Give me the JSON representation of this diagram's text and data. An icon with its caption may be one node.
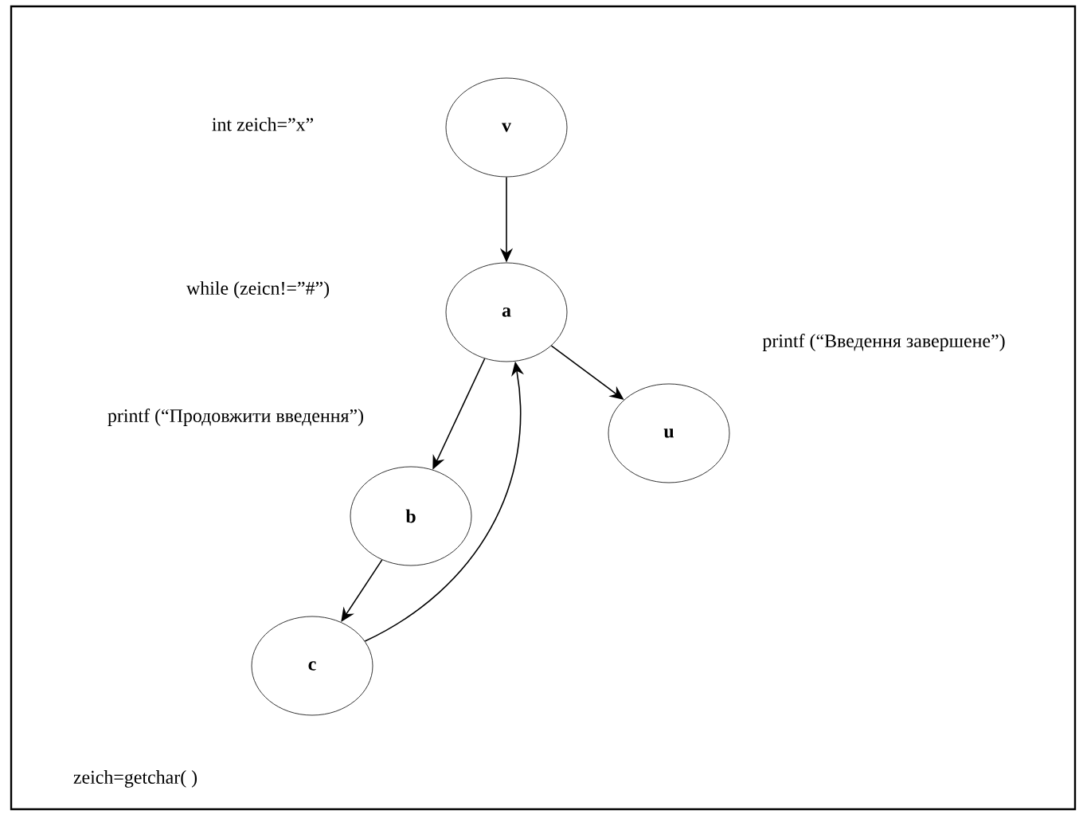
{
  "diagram": {
    "nodes": [
      {
        "text": [
          "v"
        ]
      },
      {
        "text": [
          "a"
        ]
      },
      {
        "text": [
          "u"
        ]
      },
      {
        "text": [
          "b"
        ]
      },
      {
        "text": [
          "c"
        ]
      }
    ],
    "edges": [
      {
        "from": 0,
        "to": 1,
        "arrow": "to"
      },
      {
        "from": 1,
        "to": 3,
        "arrow": "to"
      },
      {
        "from": 1,
        "to": 2,
        "arrow": "to"
      },
      {
        "from": 3,
        "to": 4,
        "arrow": "to"
      },
      {
        "from": 4,
        "to": 1,
        "arrow": "to"
      }
    ],
    "labels": [
      "int zeich=”x”",
      "while (zeicn!=”#”)",
      "printf (“Введення завершене”)",
      "printf (“Продовжити введення”)",
      "zeich=getchar( )"
    ]
  }
}
